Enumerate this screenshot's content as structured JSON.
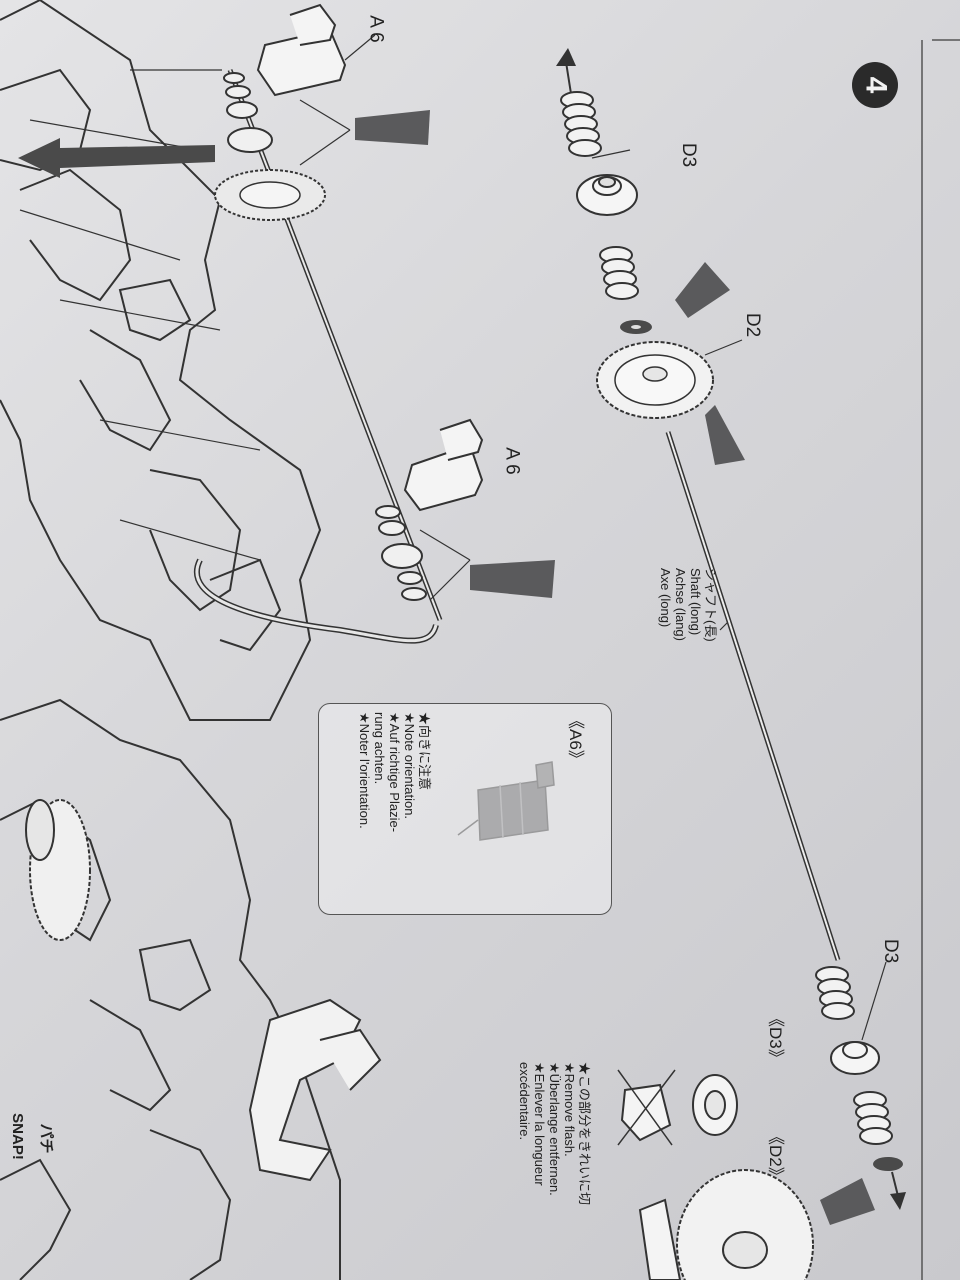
{
  "step": {
    "number": "4"
  },
  "labels": {
    "a6_top": "A 6",
    "a6_mid": "A 6",
    "d3_top": "D3",
    "d2": "D2",
    "d3_bottom": "D3",
    "snap_ja": "パチ",
    "snap_en": "SNAP!"
  },
  "shaft": {
    "ja": "シャフト(長)",
    "en": "Shaft (long)",
    "de": "Achse (lang)",
    "fr": "Axe (long)"
  },
  "note_a6": {
    "title": "《A6》",
    "lines": [
      "★向きに注意",
      "★Note orientation.",
      "★Auf richtige Plazie-",
      "  rung achten.",
      "★Noter l'orientation."
    ]
  },
  "note_d3_d2": {
    "title_d3": "《D3》",
    "title_d2": "《D2》",
    "lines": [
      "★この部分をきれいに切",
      "★Remove flash.",
      "★Überlange entfernen.",
      "★Enlever la longueur",
      "  excédentaire."
    ]
  },
  "colors": {
    "paper": "#dcdcdf",
    "ink": "#2a2a2a",
    "grease": "#5a5a5c"
  }
}
